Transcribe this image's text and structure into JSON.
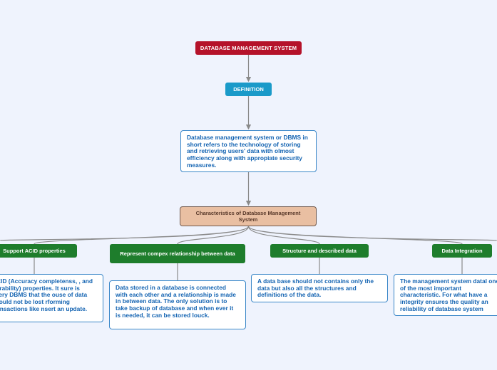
{
  "root": {
    "label": "DATABASE MANAGEMENT SYSTEM",
    "color": "#b5122a"
  },
  "definition": {
    "label": "DEFINITION",
    "color": "#1a9ac9",
    "text": "Database management system or DBMS in short refers to the technology of storing and retrieving users' data with olmost efficiency along with appropiate security measures."
  },
  "characteristics": {
    "label": "Characteristics of Database Management System",
    "color": "#e9bfa2",
    "branches": [
      {
        "label": "Support ACID properties",
        "text": "ACID (Accuracy completenss, , and durability) properties. It sure is every DBMS that the ouse of data should not be lost rforming transactions like nsert an update."
      },
      {
        "label": "Represent compex relationship between data",
        "text": "Data stored in a database is connected with each other and a relationship is made in between data. The only solution is to take backup of database and when ever it is needed, it can be stored louck."
      },
      {
        "label": "Structure and described data",
        "text": "A data base should not contains only the data but also all the structures and definitions of the data."
      },
      {
        "label": "Data Integration",
        "text": "The management system datal one of the most important characteristic. For what have a integrity ensures the quality an reliability of database system"
      }
    ]
  },
  "colors": {
    "background": "#eff3fd",
    "branch": "#1e7d2c",
    "text_border": "#3a87c8",
    "text_color": "#1464b2",
    "connector": "#8a8a8a"
  }
}
